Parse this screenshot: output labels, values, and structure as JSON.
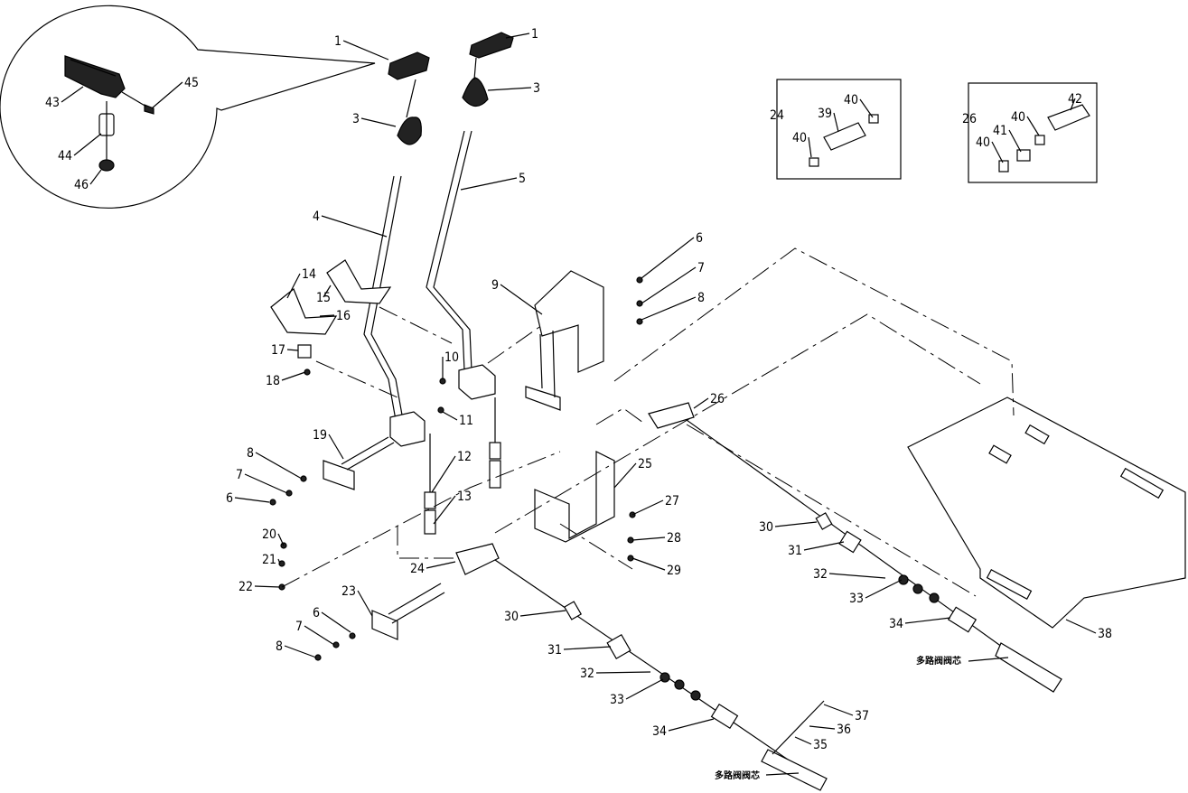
{
  "diagram": {
    "callouts": [
      "1",
      "1",
      "3",
      "3",
      "4",
      "5",
      "6",
      "7",
      "8",
      "9",
      "10",
      "11",
      "12",
      "13",
      "14",
      "15",
      "16",
      "17",
      "18",
      "19",
      "8",
      "7",
      "6",
      "20",
      "21",
      "22",
      "23",
      "24",
      "25",
      "26",
      "27",
      "28",
      "29",
      "30",
      "31",
      "32",
      "33",
      "34",
      "38",
      "6",
      "7",
      "8",
      "30",
      "31",
      "32",
      "33",
      "34",
      "35",
      "36",
      "37",
      "43",
      "44",
      "45",
      "46",
      "24",
      "40",
      "39",
      "40",
      "26",
      "42",
      "40",
      "41",
      "40"
    ],
    "spool_label_1": "多路阀阀芯",
    "spool_label_2": "多路阀阀芯"
  }
}
